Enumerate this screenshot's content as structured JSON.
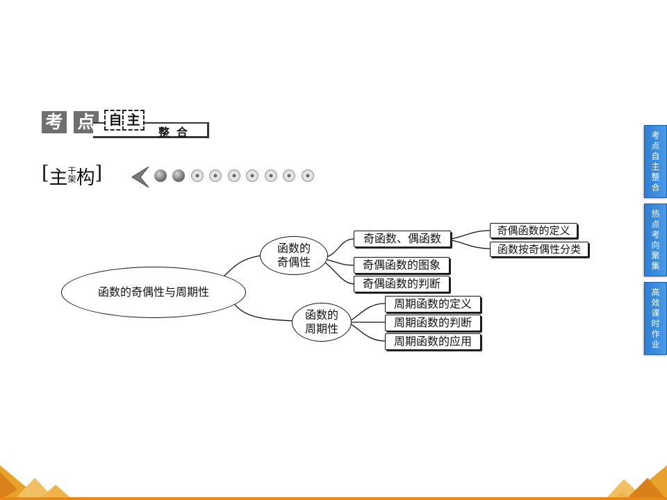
{
  "header": {
    "badge_chars": [
      "考",
      "点",
      "自",
      "主"
    ],
    "badge_word": "整合"
  },
  "section": {
    "bracket_open": "[",
    "char_left": "主",
    "char_top": "干",
    "char_bottom": "架",
    "char_right": "构",
    "bracket_close": "]"
  },
  "diagram": {
    "root": "函数的奇偶性与周期性",
    "parity": {
      "label_line1": "函数的",
      "label_line2": "奇偶性",
      "items": {
        "def_group": "奇函数、偶函数",
        "graph": "奇偶函数的图象",
        "judge": "奇偶函数的判断"
      },
      "sub_items": {
        "definition": "奇偶函数的定义",
        "classify": "函数按奇偶性分类"
      }
    },
    "period": {
      "label_line1": "函数的",
      "label_line2": "周期性",
      "items": {
        "definition": "周期函数的定义",
        "judge": "周期函数的判断",
        "application": "周期函数的应用"
      }
    }
  },
  "sidenav": [
    {
      "label": "考点自主整合"
    },
    {
      "label": "热点考向聚集"
    },
    {
      "label": "高效课时作业"
    }
  ],
  "colors": {
    "nav_blue": "#2e7fd4",
    "footer_orange": "#e58a16",
    "badge_gray": "#6f6f6f"
  }
}
